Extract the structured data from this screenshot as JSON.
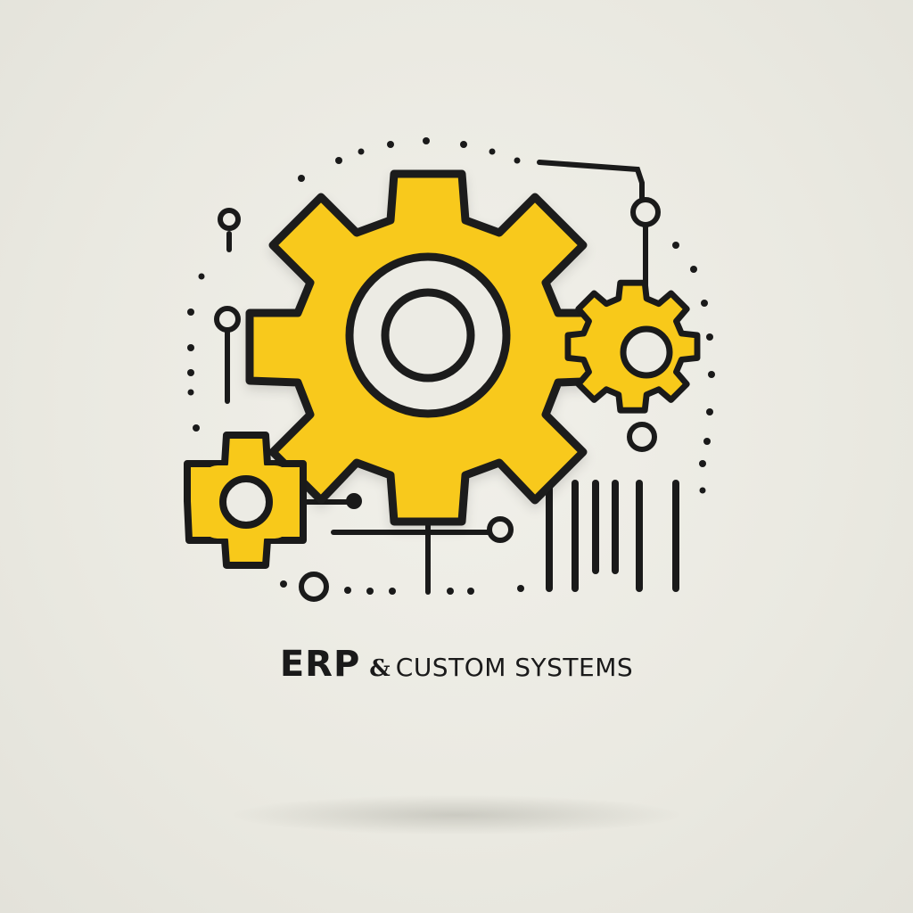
{
  "caption": {
    "primary": "ERP",
    "ampersand": "&",
    "secondary": "CUSTOM SYSTEMS"
  },
  "colors": {
    "gear_fill": "#f8c91a",
    "gear_shade": "#e4ae00",
    "outline": "#1a1a1a",
    "background": "#ecebe4"
  },
  "icons": [
    "large-gear-icon",
    "small-gear-right-icon",
    "small-gear-left-icon",
    "circuit-lines",
    "bar-lines"
  ]
}
